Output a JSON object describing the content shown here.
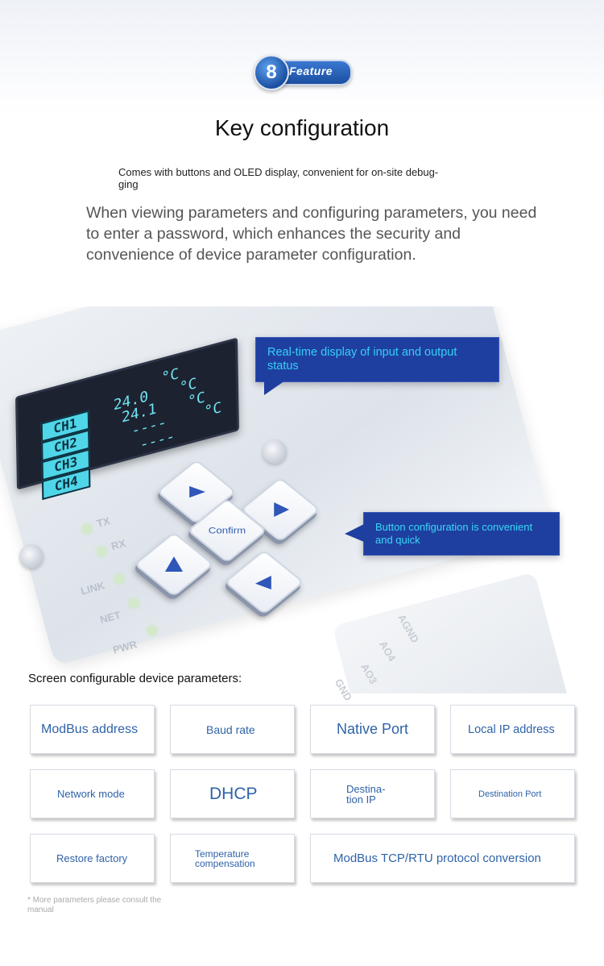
{
  "badge": {
    "number": "8",
    "text": "Feature"
  },
  "header": {
    "title": "Key configuration",
    "subtitle_line1": "Comes with buttons and OLED display, convenient for on-site debug-",
    "subtitle_line2": "ging",
    "description": "When viewing parameters and configuring parameters, you need to enter a password, which enhances the security and convenience of device parameter configuration."
  },
  "device": {
    "oled": {
      "channels": [
        "CH1",
        "CH2",
        "CH3",
        "CH4"
      ],
      "values": [
        "24.0",
        "24.1",
        "----",
        "----"
      ],
      "unit": "°C"
    },
    "leds": [
      "TX",
      "RX",
      "LINK",
      "NET",
      "PWR"
    ],
    "keys": {
      "confirm_label": "Confirm"
    },
    "terminals": [
      "AGND",
      "AO4",
      "AO3",
      "GND"
    ]
  },
  "callouts": {
    "display": "Real-time display of input and output status",
    "buttons": "Button configuration is convenient and quick"
  },
  "params": {
    "title": "Screen configurable device parameters:",
    "items": [
      "ModBus address",
      "Baud rate",
      "Native Port",
      "Local IP address",
      "Network mode",
      "DHCP",
      "Destina-",
      "tion IP",
      "Destination Port",
      "Restore factory",
      "Temperature",
      "compensation",
      "ModBus TCP/RTU protocol conversion"
    ],
    "footnote": "* More parameters please consult the manual"
  },
  "colors": {
    "callout_bg": "#1e3fa0",
    "callout_text": "#35d0f5",
    "param_text": "#2f63a8",
    "oled_cyan": "#4fd6e8"
  }
}
